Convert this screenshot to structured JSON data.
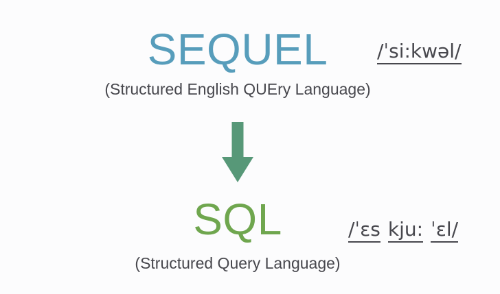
{
  "page": {
    "background_color": "#fcfcfd",
    "text_color": "#47474d"
  },
  "sequel_section": {
    "title": "SEQUEL",
    "title_color": "#579dbb",
    "pronunciation": "/ˈsi:kwəl/",
    "subtitle": "(Structured English QUEry Language)"
  },
  "arrow": {
    "direction": "down",
    "color": "#579878"
  },
  "sql_section": {
    "title": "SQL",
    "title_color": "#6fa64e",
    "pronunciation_words": [
      "/ˈɛs",
      "kju:",
      "ˈɛl/"
    ],
    "subtitle": "(Structured Query Language)"
  }
}
